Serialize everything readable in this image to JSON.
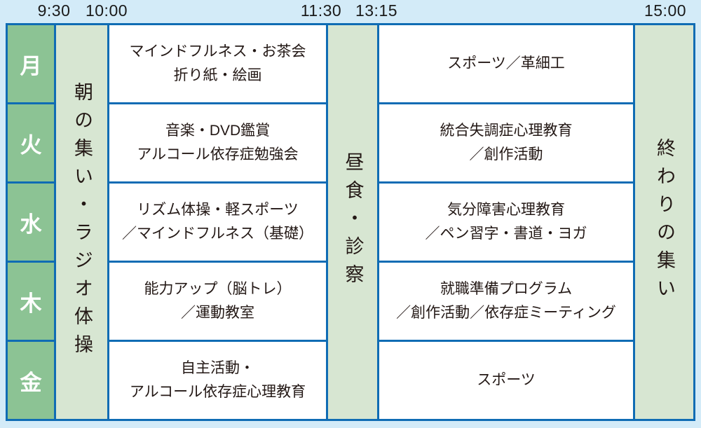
{
  "palette": {
    "page_bg": "#d3ebf8",
    "grid_blue": "#0f6cb4",
    "day_green": "#8cc394",
    "band_green": "#d7e6d2",
    "cell_white": "#ffffff",
    "text_dark": "#231815",
    "day_text": "#ffffff"
  },
  "timeline": {
    "times": [
      "9:30",
      "10:00",
      "11:30",
      "13:15",
      "15:00"
    ]
  },
  "bands": {
    "morning_assembly": "朝の集い・ラジオ体操",
    "lunch_exam": "昼食・診察",
    "closing_assembly": "終わりの集い"
  },
  "days": [
    "月",
    "火",
    "水",
    "木",
    "金"
  ],
  "schedule": [
    {
      "day": "月",
      "am": "マインドフルネス・お茶会\n折り紙・絵画",
      "pm": "スポーツ／革細工"
    },
    {
      "day": "火",
      "am": "音楽・DVD鑑賞\nアルコール依存症勉強会",
      "pm": "統合失調症心理教育\n／創作活動"
    },
    {
      "day": "水",
      "am": "リズム体操・軽スポーツ\n／マインドフルネス（基礎）",
      "pm": "気分障害心理教育\n／ペン習字・書道・ヨガ"
    },
    {
      "day": "木",
      "am": "能力アップ（脳トレ）\n／運動教室",
      "pm": "就職準備プログラム\n／創作活動／依存症ミーティング"
    },
    {
      "day": "金",
      "am": "自主活動・\nアルコール依存症心理教育",
      "pm": "スポーツ"
    }
  ]
}
